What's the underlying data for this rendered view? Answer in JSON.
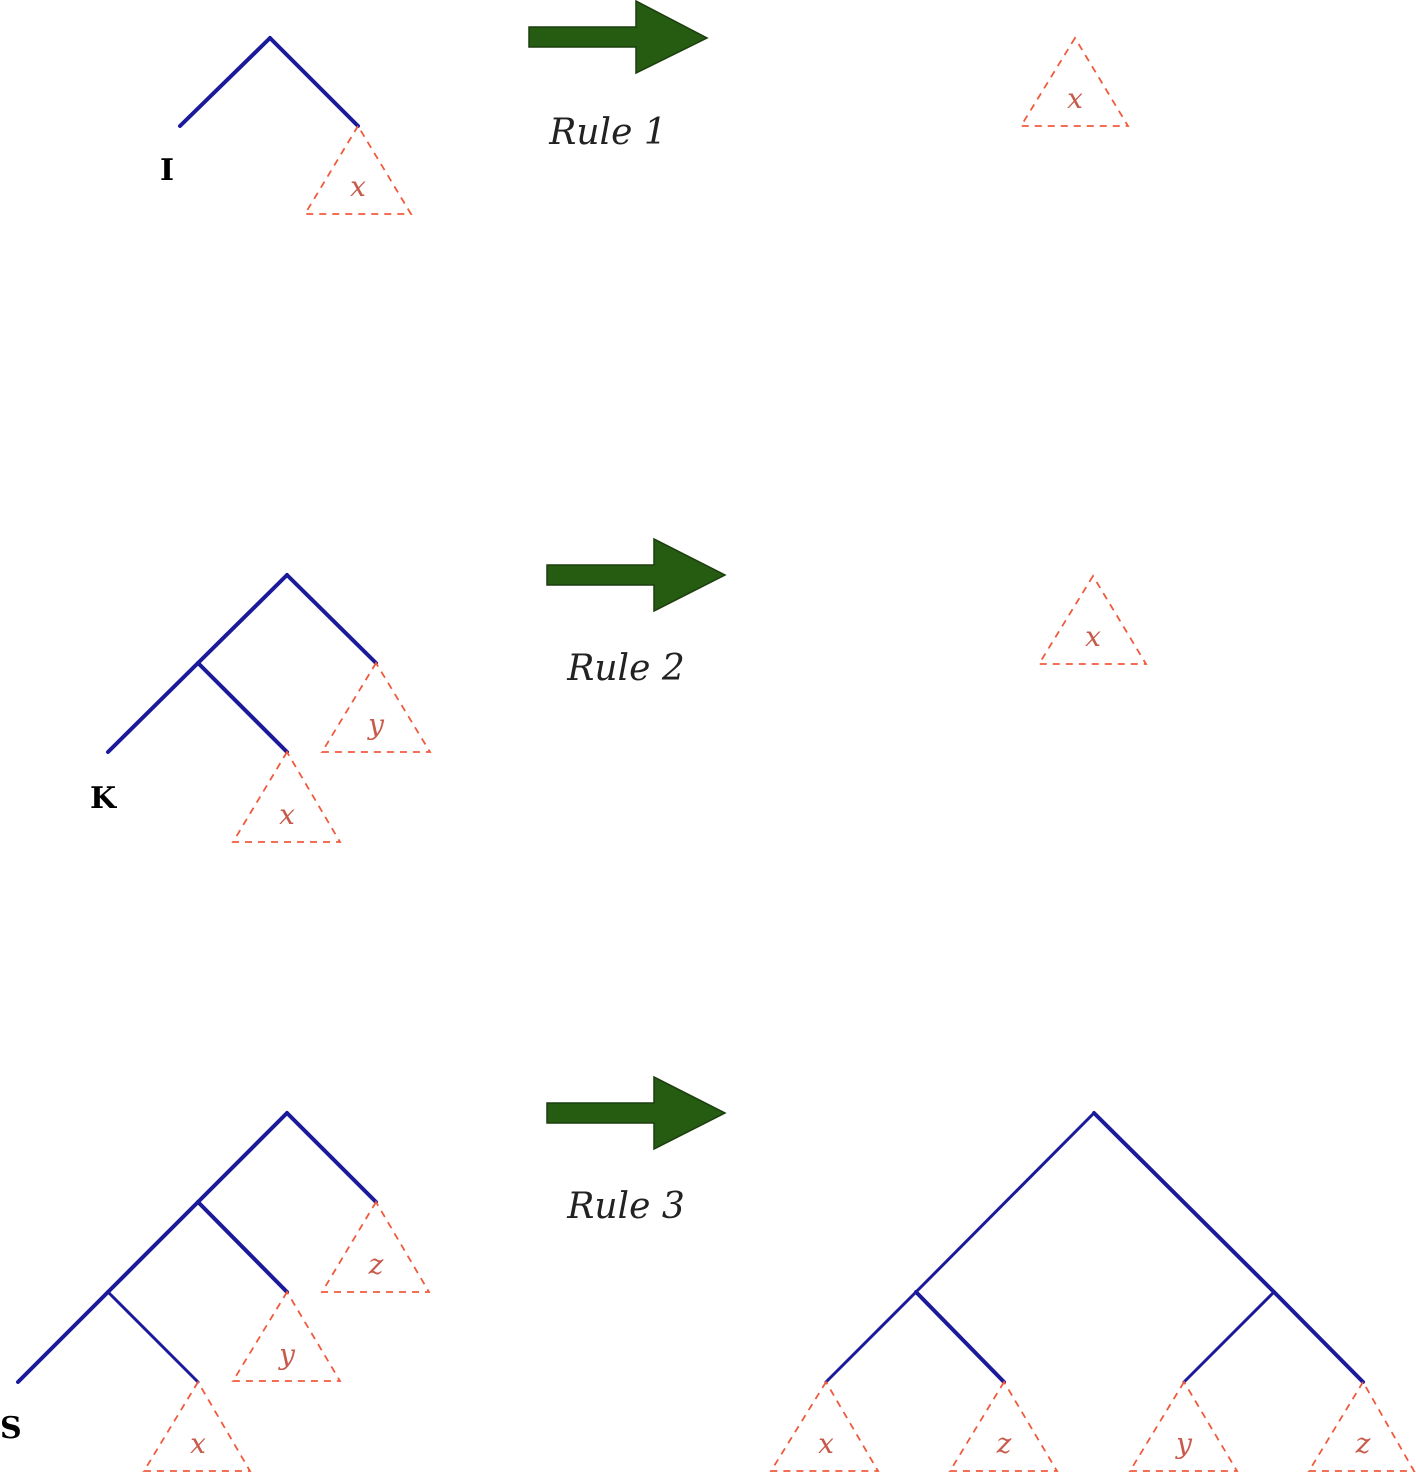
{
  "rules": [
    {
      "label": "Rule 1",
      "combinator": "I",
      "lhs_subtrees": [
        "x"
      ],
      "rhs_subtrees": [
        "x"
      ]
    },
    {
      "label": "Rule 2",
      "combinator": "K",
      "lhs_subtrees": [
        "x",
        "y"
      ],
      "rhs_subtrees": [
        "x"
      ]
    },
    {
      "label": "Rule 3",
      "combinator": "S",
      "lhs_subtrees": [
        "x",
        "y",
        "z"
      ],
      "rhs_subtrees": [
        "x",
        "z",
        "y",
        "z"
      ]
    }
  ],
  "colors": {
    "branch": "#1a1a9a",
    "subtree_outline": "#f05a3c",
    "subtree_text": "#c75a4a",
    "arrow": "#265b12",
    "text": "#000000"
  }
}
